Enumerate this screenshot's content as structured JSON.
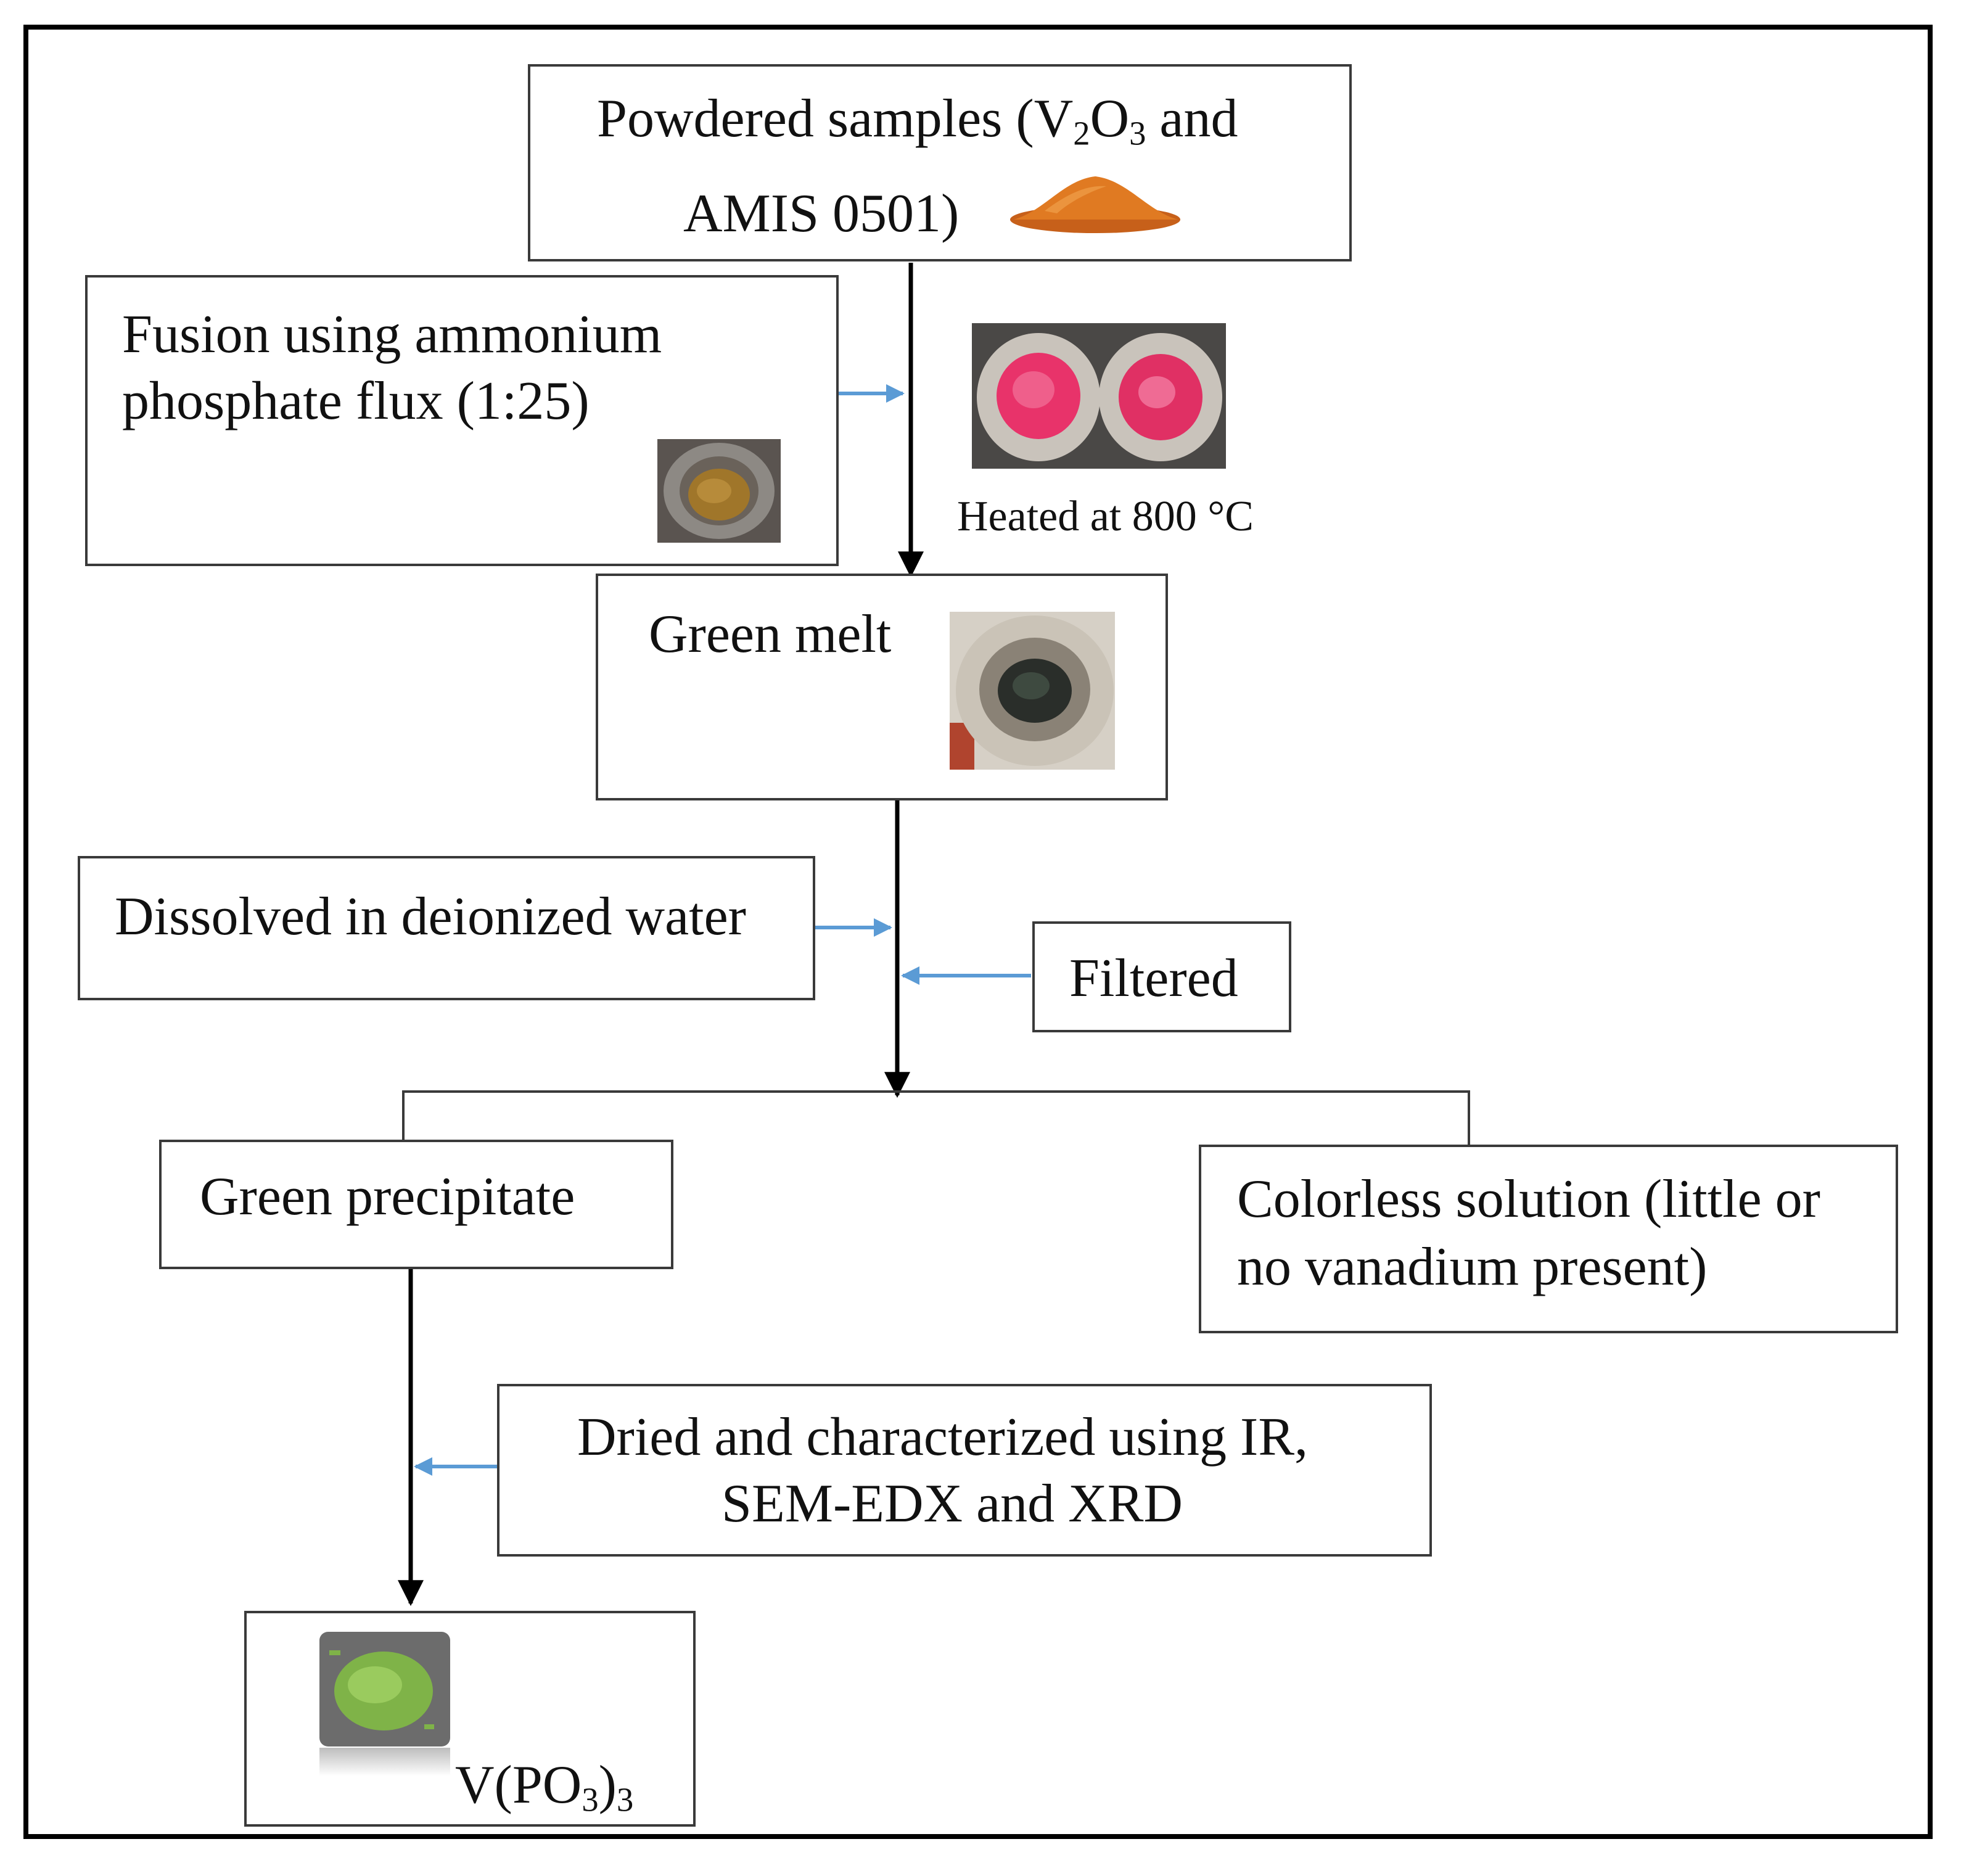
{
  "diagram": {
    "steps": {
      "powdered": {
        "text_before_v": "Powdered samples (V",
        "v_sub": "2",
        "o_part": "O",
        "o_sub": "3",
        "text_after": " and",
        "line2": "AMIS 0501)"
      },
      "fusion": {
        "line1": "Fusion using ammonium",
        "line2": "phosphate flux (1:25)"
      },
      "heated": {
        "text": "Heated at 800 °C"
      },
      "green_melt": {
        "text": "Green melt"
      },
      "dissolved": {
        "text": "Dissolved in deionized water"
      },
      "filtered": {
        "text": "Filtered"
      },
      "green_precipitate": {
        "text": "Green precipitate"
      },
      "colorless": {
        "line1": "Colorless solution (little or",
        "line2": "no vanadium present)"
      },
      "dried": {
        "line1": "Dried and characterized using IR,",
        "line2": "SEM-EDX and XRD"
      },
      "product": {
        "prefix": "V(PO",
        "sub1": "3",
        "mid": ")",
        "sub2": "3"
      }
    },
    "colors": {
      "main_arrow": "#000000",
      "side_arrow": "#5b9bd5",
      "powder": "#e07a22",
      "red_melt": "#e8336a",
      "green_product": "#7fb348"
    },
    "icons": [
      "orange-powder-icon",
      "crucible-flux-photo",
      "red-melt-crucibles-photo",
      "green-melt-crucible-photo",
      "green-product-photo"
    ]
  }
}
